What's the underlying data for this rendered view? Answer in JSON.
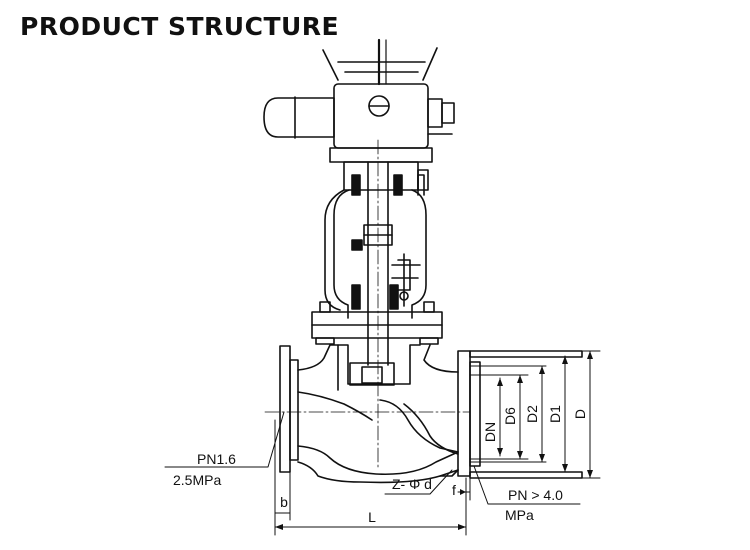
{
  "title": "PRODUCT STRUCTURE",
  "labels": {
    "dn": "DN",
    "d6": "D6",
    "d2": "D2",
    "d1": "D1",
    "d": "D",
    "pn16": "PN1.6",
    "mpa25": "2.5MPa",
    "z_phi_d": "Z- Φ d",
    "f": "f",
    "pn40": "PN > 4.0",
    "mpa": "MPa",
    "b": "b",
    "l": "L"
  },
  "colors": {
    "line": "#111111",
    "background": "#ffffff"
  }
}
